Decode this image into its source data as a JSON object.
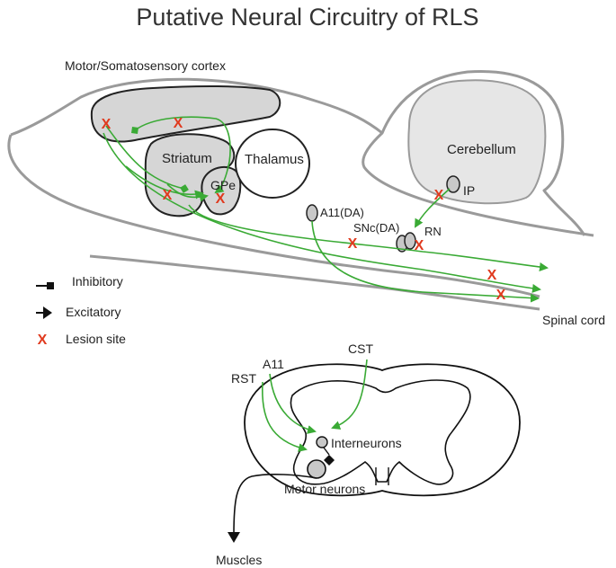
{
  "title": "Putative Neural Circuitry of RLS",
  "labels": {
    "cortex": "Motor/Somatosensory cortex",
    "striatum": "Striatum",
    "gpe": "GPe",
    "thalamus": "Thalamus",
    "cerebellum": "Cerebellum",
    "ip": "IP",
    "a11da": "A11(DA)",
    "sncda": "SNc(DA)",
    "rn": "RN",
    "spinal_cord": "Spinal cord",
    "rst": "RST",
    "a11": "A11",
    "cst": "CST",
    "interneurons": "Interneurons",
    "motor_neurons": "Motor neurons",
    "muscles": "Muscles"
  },
  "legend": {
    "inhibitory": "Inhibitory",
    "excitatory": "Excitatory",
    "lesion": "Lesion site",
    "lesion_mark": "X"
  },
  "colors": {
    "pathway": "#3aaa35",
    "lesion": "#e03a1e",
    "brain_outline": "#9a9a9a",
    "region_fill": "#d6d6d6"
  }
}
